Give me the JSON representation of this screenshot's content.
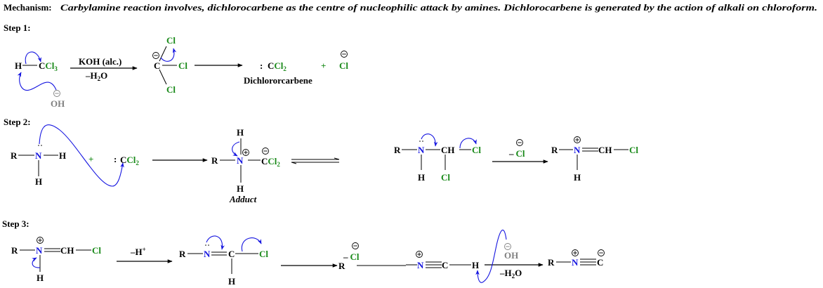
{
  "header": {
    "label": "Mechanism:",
    "text": "Carbylamine reaction involves, dichlorocarbene as the centre of nucleophilic attack by amines. Dichlorocarbene is generated by the action of alkali on chloroform."
  },
  "colors": {
    "chlorine": "#1a8a1a",
    "nitrogen": "#1515e0",
    "arrow_curve": "#1515e0",
    "hydroxide": "#808080"
  },
  "step1": {
    "label": "Step 1:",
    "h": "H",
    "c": "C",
    "cl": "Cl",
    "sub3": "3",
    "oh": "OH",
    "reagent": "KOH  (alc.)",
    "minus_h2o_pre": "–H",
    "sub2": "2",
    "o": "O",
    "carbanion_c": "C",
    "cl_top": "Cl",
    "cl_right": "Cl",
    "cl_bottom": "Cl",
    "carbene_dots": ":",
    "carbene_c": "C",
    "carbene_cl": "Cl",
    "carbene_sub": "2",
    "carbene_name": "Dichlororcarbene",
    "plus": "+",
    "chloride": "Cl"
  },
  "step2": {
    "label": "Step 2:",
    "r": "R",
    "n": "N",
    "h": "H",
    "h_bottom": "H",
    "plus": "+",
    "carbene_dots": ":",
    "c": "C",
    "cl": "Cl",
    "sub2": "2",
    "adduct_r": "R",
    "adduct_n": "N",
    "adduct_h_top": "H",
    "adduct_h_bottom": "H",
    "adduct_c": "C",
    "adduct_cl": "Cl",
    "adduct_sub": "2",
    "adduct_label": "Adduct",
    "int_r": "R",
    "int_n": "N",
    "int_ch": "CH",
    "int_cl": "Cl",
    "int_h": "H",
    "int_cl_bottom": "Cl",
    "loss_dash": "–",
    "loss_cl": "Cl",
    "prod_r": "R",
    "prod_n": "N",
    "prod_ch": "CH",
    "prod_cl": "Cl",
    "prod_h": "H"
  },
  "step3": {
    "label": "Step 3:",
    "r": "R",
    "n": "N",
    "ch": "CH",
    "cl": "Cl",
    "h": "H",
    "reagent_h": "–H",
    "reagent_plus": "+",
    "im_r": "R",
    "im_n": "N",
    "im_c": "C",
    "im_cl": "Cl",
    "im_h": "H",
    "loss_dash": "–",
    "loss_cl": "Cl",
    "iso_r": "R",
    "iso_n": "N",
    "iso_c": "C",
    "iso_h": "H",
    "oh": "OH",
    "minus_h2o_pre": "–H",
    "sub2": "2",
    "o": "O",
    "final_r": "R",
    "final_n": "N",
    "final_c": "C"
  }
}
